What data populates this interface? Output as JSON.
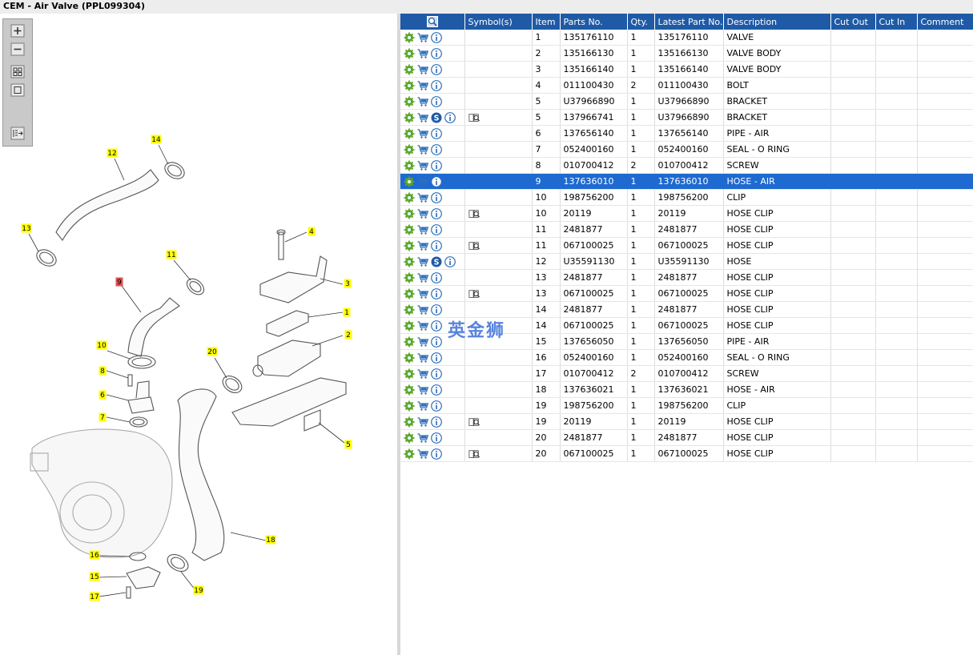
{
  "window": {
    "title": "CEM - Air Valve (PPL099304)"
  },
  "toolbox": {
    "icons": [
      "zoom-in-icon",
      "zoom-out-icon",
      "fit-all-icon",
      "fit-window-icon",
      "toggle-list-icon"
    ]
  },
  "grid": {
    "columns": [
      "",
      "Symbol(s)",
      "Item",
      "Parts No.",
      "Qty.",
      "Latest Part No.",
      "Description",
      "Cut Out",
      "Cut In",
      "Comment"
    ],
    "rows": [
      {
        "item": "1",
        "part": "135176110",
        "qty": "1",
        "latest": "135176110",
        "desc": "VALVE"
      },
      {
        "item": "2",
        "part": "135166130",
        "qty": "1",
        "latest": "135166130",
        "desc": "VALVE BODY"
      },
      {
        "item": "3",
        "part": "135166140",
        "qty": "1",
        "latest": "135166140",
        "desc": "VALVE BODY"
      },
      {
        "item": "4",
        "part": "011100430",
        "qty": "2",
        "latest": "011100430",
        "desc": "BOLT"
      },
      {
        "item": "5",
        "part": "U37966890",
        "qty": "1",
        "latest": "U37966890",
        "desc": "BRACKET"
      },
      {
        "item": "5",
        "part": "137966741",
        "qty": "1",
        "latest": "U37966890",
        "desc": "BRACKET"
      },
      {
        "item": "6",
        "part": "137656140",
        "qty": "1",
        "latest": "137656140",
        "desc": "PIPE - AIR"
      },
      {
        "item": "7",
        "part": "052400160",
        "qty": "1",
        "latest": "052400160",
        "desc": "SEAL - O RING"
      },
      {
        "item": "8",
        "part": "010700412",
        "qty": "2",
        "latest": "010700412",
        "desc": "SCREW"
      },
      {
        "item": "9",
        "part": "137636010",
        "qty": "1",
        "latest": "137636010",
        "desc": "HOSE - AIR"
      },
      {
        "item": "10",
        "part": "198756200",
        "qty": "1",
        "latest": "198756200",
        "desc": "CLIP"
      },
      {
        "item": "10",
        "part": "20119",
        "qty": "1",
        "latest": "20119",
        "desc": "HOSE CLIP"
      },
      {
        "item": "11",
        "part": "2481877",
        "qty": "1",
        "latest": "2481877",
        "desc": "HOSE CLIP"
      },
      {
        "item": "11",
        "part": "067100025",
        "qty": "1",
        "latest": "067100025",
        "desc": "HOSE CLIP"
      },
      {
        "item": "12",
        "part": "U35591130",
        "qty": "1",
        "latest": "U35591130",
        "desc": "HOSE"
      },
      {
        "item": "13",
        "part": "2481877",
        "qty": "1",
        "latest": "2481877",
        "desc": "HOSE CLIP"
      },
      {
        "item": "13",
        "part": "067100025",
        "qty": "1",
        "latest": "067100025",
        "desc": "HOSE CLIP"
      },
      {
        "item": "14",
        "part": "2481877",
        "qty": "1",
        "latest": "2481877",
        "desc": "HOSE CLIP"
      },
      {
        "item": "14",
        "part": "067100025",
        "qty": "1",
        "latest": "067100025",
        "desc": "HOSE CLIP"
      },
      {
        "item": "15",
        "part": "137656050",
        "qty": "1",
        "latest": "137656050",
        "desc": "PIPE - AIR"
      },
      {
        "item": "16",
        "part": "052400160",
        "qty": "1",
        "latest": "052400160",
        "desc": "SEAL - O RING"
      },
      {
        "item": "17",
        "part": "010700412",
        "qty": "2",
        "latest": "010700412",
        "desc": "SCREW"
      },
      {
        "item": "18",
        "part": "137636021",
        "qty": "1",
        "latest": "137636021",
        "desc": "HOSE - AIR"
      },
      {
        "item": "19",
        "part": "198756200",
        "qty": "1",
        "latest": "198756200",
        "desc": "CLIP"
      },
      {
        "item": "19",
        "part": "20119",
        "qty": "1",
        "latest": "20119",
        "desc": "HOSE CLIP"
      },
      {
        "item": "20",
        "part": "2481877",
        "qty": "1",
        "latest": "2481877",
        "desc": "HOSE CLIP"
      },
      {
        "item": "20",
        "part": "067100025",
        "qty": "1",
        "latest": "067100025",
        "desc": "HOSE CLIP"
      }
    ],
    "selected_row_index": 9,
    "symbol_flags": [
      false,
      false,
      false,
      false,
      false,
      true,
      false,
      false,
      false,
      false,
      false,
      true,
      false,
      true,
      false,
      false,
      true,
      false,
      false,
      false,
      false,
      false,
      false,
      false,
      true,
      false,
      true
    ],
    "s_badge_rows": [
      5,
      14
    ],
    "colors": {
      "header": "#1f5aa6",
      "selection": "#1e6ad1",
      "gear": "#5aa82a",
      "cart": "#2f6fb8",
      "info": "#2f6fb8",
      "callout": "#ffff00",
      "callout_selected": "#e05050"
    }
  },
  "diagram": {
    "callouts": [
      "1",
      "2",
      "3",
      "4",
      "5",
      "6",
      "7",
      "8",
      "9",
      "10",
      "11",
      "12",
      "13",
      "14",
      "15",
      "16",
      "17",
      "18",
      "19",
      "20"
    ],
    "selected_callout": "9"
  },
  "watermark": {
    "text": "英金狮"
  }
}
